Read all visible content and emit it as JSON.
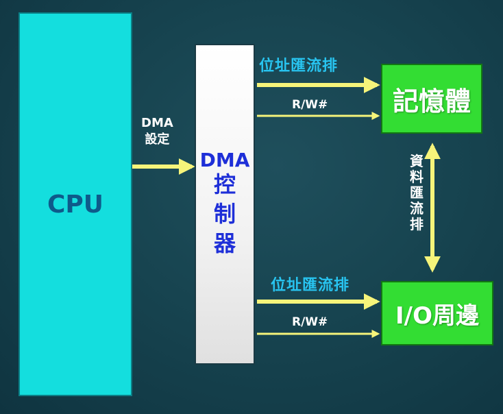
{
  "cpu": {
    "label": "CPU"
  },
  "dma_setting": {
    "line1": "DMA",
    "line2": "設定"
  },
  "dma_controller": {
    "line1": "DMA",
    "chars": [
      "控",
      "制",
      "器"
    ]
  },
  "memory": {
    "label": "記憶體"
  },
  "io": {
    "label": "I/O周邊"
  },
  "top_bus": {
    "address_label": "位址匯流排",
    "rw_label": "R/W#"
  },
  "bottom_bus": {
    "address_label": "位址匯流排",
    "rw_label": "R/W#"
  },
  "data_bus": {
    "chars": [
      "資",
      "料",
      "匯",
      "流",
      "排"
    ]
  },
  "colors": {
    "cpu_fill": "#14dede",
    "green_fill": "#33dd33",
    "arrow": "#f6f47a",
    "bus_text": "#28c4f0",
    "dma_text": "#1e2fd8"
  }
}
